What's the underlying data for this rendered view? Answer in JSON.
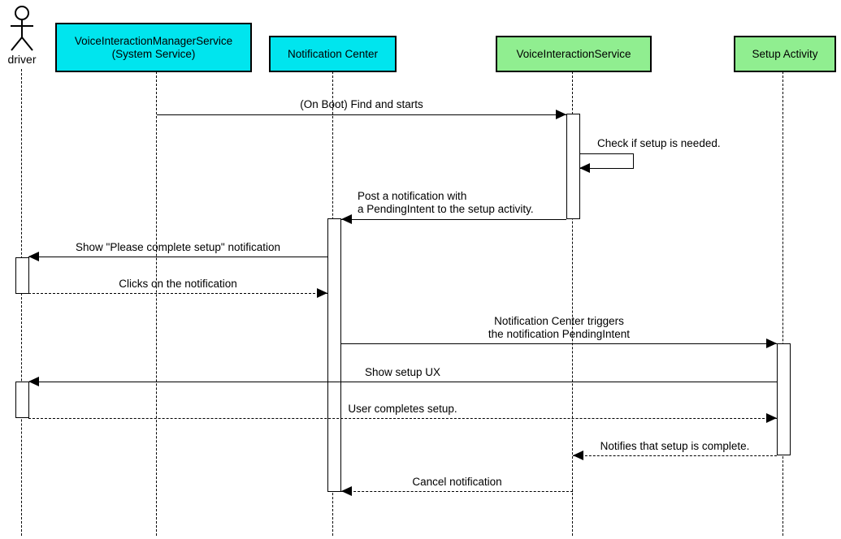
{
  "diagram": {
    "type": "uml-sequence",
    "colors": {
      "participant_cyan": "#00e5ee",
      "participant_green": "#90ee90",
      "line": "#000000",
      "background": "#ffffff"
    },
    "actor": {
      "label": "driver"
    },
    "participants": [
      {
        "id": "vims",
        "label": "VoiceInteractionManagerService\n(System Service)",
        "color": "#00e5ee"
      },
      {
        "id": "nc",
        "label": "Notification Center",
        "color": "#00e5ee"
      },
      {
        "id": "vis",
        "label": "VoiceInteractionService",
        "color": "#90ee90"
      },
      {
        "id": "sa",
        "label": "Setup Activity",
        "color": "#90ee90"
      }
    ],
    "messages": [
      {
        "label": "(On Boot) Find and starts",
        "style": "solid",
        "from": "vims",
        "to": "vis"
      },
      {
        "label": "Check if setup is needed.",
        "style": "self",
        "from": "vis",
        "to": "vis"
      },
      {
        "label": "Post a notification with\na PendingIntent to the setup activity.",
        "style": "solid",
        "from": "vis",
        "to": "nc"
      },
      {
        "label": "Show \"Please complete setup\" notification",
        "style": "solid",
        "from": "nc",
        "to": "driver"
      },
      {
        "label": "Clicks on the notification",
        "style": "dashed",
        "from": "driver",
        "to": "nc"
      },
      {
        "label": "Notification Center triggers\nthe notification PendingIntent",
        "style": "solid",
        "from": "nc",
        "to": "sa"
      },
      {
        "label": "Show setup UX",
        "style": "solid",
        "from": "sa",
        "to": "driver"
      },
      {
        "label": "User completes setup.",
        "style": "dashed",
        "from": "driver",
        "to": "sa"
      },
      {
        "label": "Notifies that setup is complete.",
        "style": "dashed",
        "from": "sa",
        "to": "vis"
      },
      {
        "label": "Cancel notification",
        "style": "dashed",
        "from": "vis",
        "to": "nc"
      }
    ]
  }
}
